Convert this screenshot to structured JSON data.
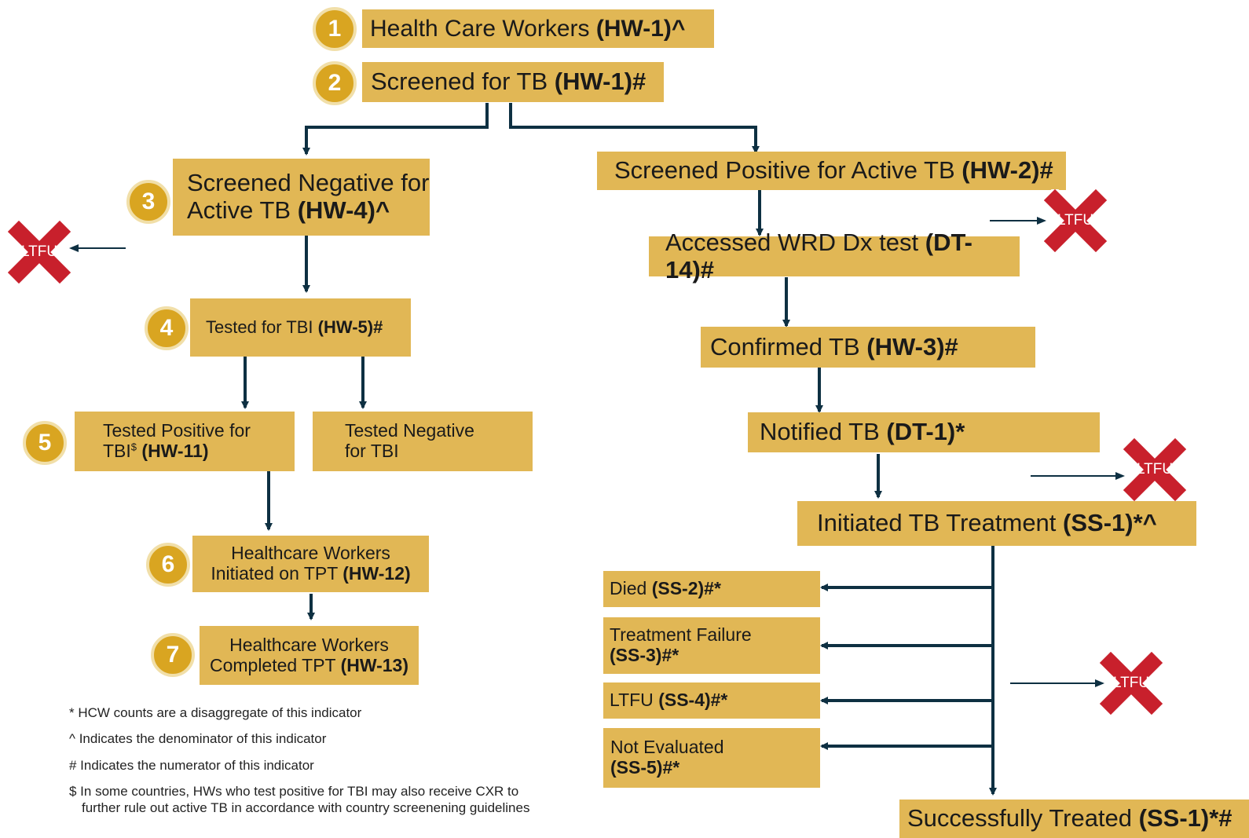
{
  "steps": [
    {
      "num": "1",
      "label": "Health Care Workers",
      "code": "(HW-1)^"
    },
    {
      "num": "2",
      "label": "Screened for TB",
      "code": "(HW-1)#"
    },
    {
      "num": "3",
      "label_l1": "Screened Negative for",
      "label_l2": "Active TB",
      "code": "(HW-4)^"
    },
    {
      "num": "4",
      "label": "Tested for TBI",
      "code": "(HW-5)#"
    },
    {
      "num": "5",
      "label_l1": "Tested Positive for",
      "label_l2": "TBI",
      "sup": "$",
      "code": "(HW-11)"
    },
    {
      "num": "6",
      "label_l1": "Healthcare Workers",
      "label_l2": "Initiated on TPT",
      "code": "(HW-12)"
    },
    {
      "num": "7",
      "label_l1": "Healthcare Workers",
      "label_l2": "Completed TPT",
      "code": "(HW-13)"
    }
  ],
  "tested_negative": {
    "l1": "Tested Negative",
    "l2": "for TBI"
  },
  "right_chain": {
    "screened_positive": {
      "label": "Screened Positive for Active TB",
      "code": "(HW-2)#"
    },
    "accessed_wrd": {
      "label": "Accessed WRD Dx test",
      "code": "(DT-14)#"
    },
    "confirmed": {
      "label": "Confirmed TB",
      "code": "(HW-3)#"
    },
    "notified": {
      "label": "Notified TB",
      "code": "(DT-1)*"
    },
    "initiated": {
      "label": "Initiated TB Treatment",
      "code": "(SS-1)*^"
    },
    "successfully_treated": {
      "label": "Successfully Treated",
      "code": "(SS-1)*#"
    }
  },
  "outcomes": [
    {
      "label": "Died",
      "code": "(SS-2)#*"
    },
    {
      "label": "Treatment Failure",
      "code": "(SS-3)#*"
    },
    {
      "label": "LTFU",
      "code": "(SS-4)#*"
    },
    {
      "label": "Not Evaluated",
      "code": "(SS-5)#*"
    }
  ],
  "ltfu_label": "LTFU",
  "notes": [
    "* HCW counts are a disaggregate of this indicator",
    "^ Indicates the denominator of this indicator",
    "# Indicates the numerator of this indicator",
    "$ In some countries, HWs who test positive for TBI may also receive CXR to further rule out active TB in accordance with country screenening guidelines"
  ],
  "colors": {
    "box": "#e1b755",
    "circle": "#d9a521",
    "arrow": "#0e3042",
    "ltfu": "#c8202c"
  }
}
